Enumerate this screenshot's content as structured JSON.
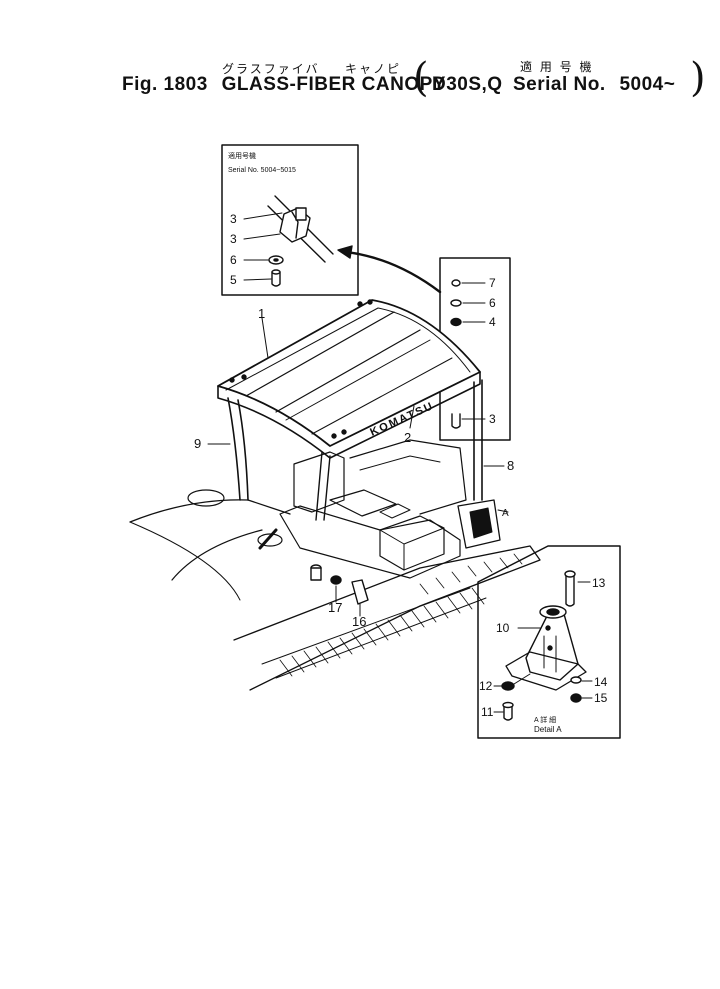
{
  "header": {
    "kana_glass_fiber": "グラスファイバ",
    "kana_canopy": "キャノピ",
    "kana_serial": "適 用 号 機",
    "fig_label": "Fig. 1803",
    "title": "GLASS-FIBER CANOPY",
    "model": "D30S,Q",
    "serial_label": "Serial No.",
    "serial_value": "5004~"
  },
  "inset_top": {
    "kana_serial": "適用号機",
    "serial_text": "Serial No. 5004~5015",
    "callouts": [
      "3",
      "3",
      "6",
      "5"
    ]
  },
  "inset_right": {
    "callouts": [
      "7",
      "6",
      "4",
      "3"
    ]
  },
  "main_callouts": [
    "1",
    "9",
    "2",
    "8",
    "A",
    "17",
    "16"
  ],
  "brand_text": "KOMATSU",
  "detail": {
    "callouts": [
      "13",
      "10",
      "14",
      "15",
      "12",
      "11"
    ],
    "caption_kana": "A 詳 細",
    "caption": "Detail A"
  }
}
